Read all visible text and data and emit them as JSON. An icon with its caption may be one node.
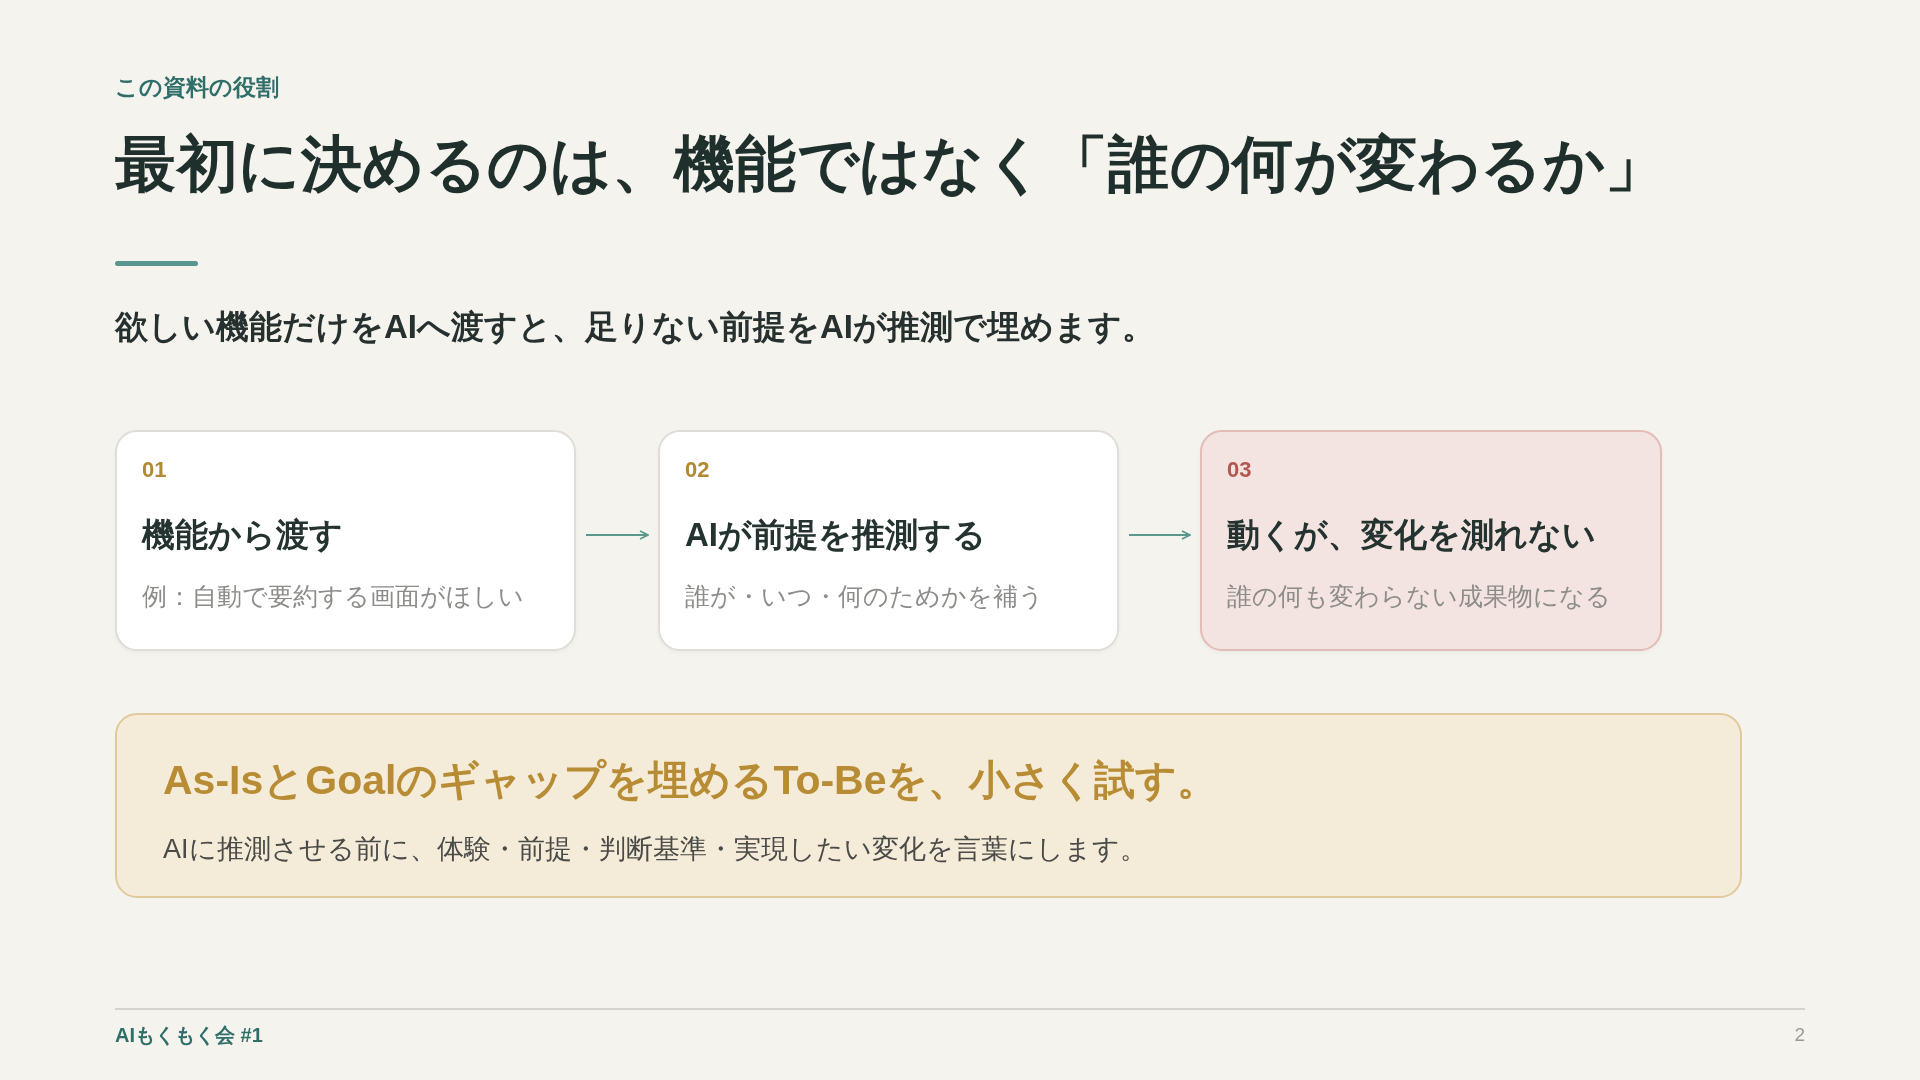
{
  "diagram": {
    "title": "最初に決めるのは、機能ではなく「誰の何が変わるか」",
    "nodes": [
      {
        "text": [
          "01",
          "機能から渡す",
          "例：自動で要約する画面がほしい"
        ]
      },
      {
        "text": [
          "02",
          "AIが前提を推測する",
          "誰が・いつ・何のためかを補う"
        ]
      },
      {
        "text": [
          "03",
          "動くが、変化を測れない",
          "誰の何も変わらない成果物になる"
        ]
      },
      {
        "text": [
          "As-IsとGoalのギャップを埋めるTo-Beを、小さく試す。",
          "AIに推測させる前に、体験・前提・判断基準・実現したい変化を言葉にします。"
        ]
      }
    ],
    "edges": [
      {
        "from": 0,
        "to": 1,
        "arrow": "to"
      },
      {
        "from": 1,
        "to": 2,
        "arrow": "to"
      }
    ],
    "labels": [
      "この資料の役割",
      "欲しい機能だけをAIへ渡すと、足りない前提をAIが推測で埋めます。",
      "AIもくもく会 #1",
      "2"
    ]
  }
}
